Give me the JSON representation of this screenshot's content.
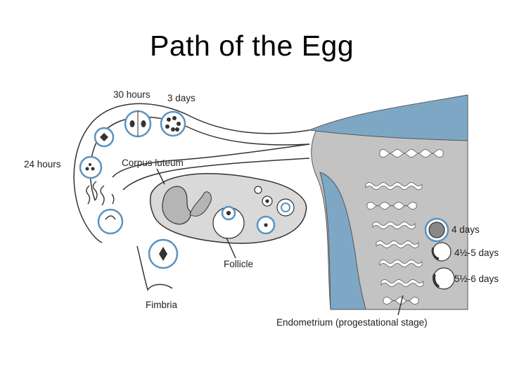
{
  "slide": {
    "title": "Path of the Egg"
  },
  "diagram": {
    "labels": {
      "thirty_hours": "30 hours",
      "three_days": "3 days",
      "twenty_four_hours": "24 hours",
      "corpus_luteum": "Corpus luteum",
      "follicle": "Follicle",
      "fimbria": "Fimbria",
      "four_days": "4 days",
      "four_half_five_days": "4½-5 days",
      "five_half_six_days": "5½-6 days",
      "endometrium": "Endometrium (progestational stage)"
    },
    "colors": {
      "uterine_cavity": "#7ea7c6",
      "endometrium": "#c3c3c3",
      "ovary": "#d9d9d9",
      "stage_circle": "#5b93bf",
      "outline": "#333333"
    }
  }
}
